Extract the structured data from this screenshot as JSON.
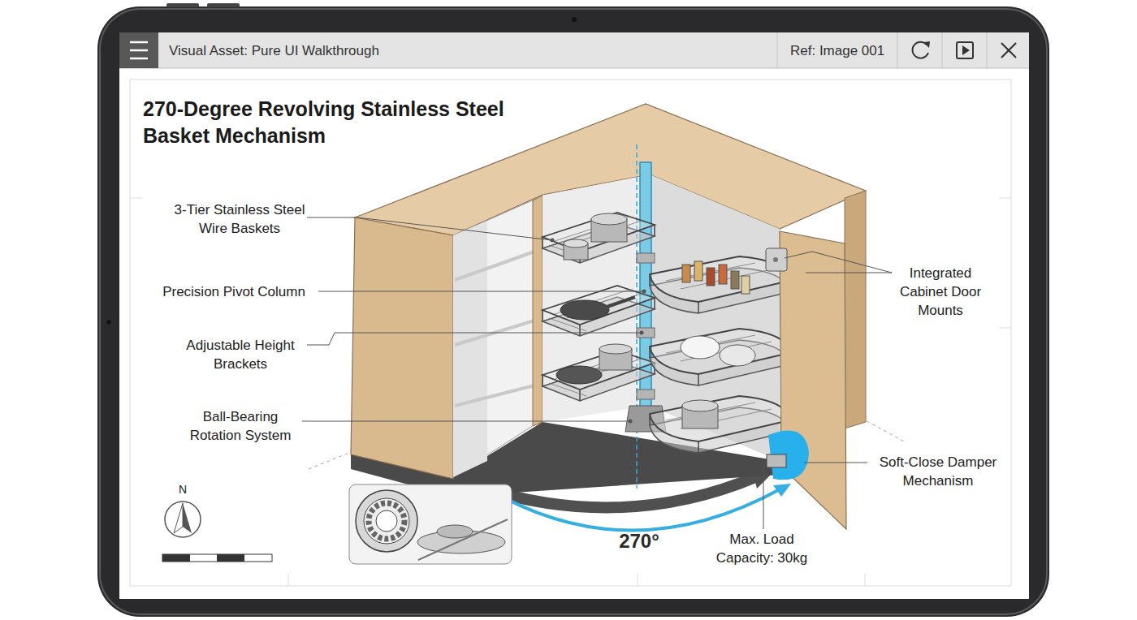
{
  "diagram": {
    "title": "270-Degree Revolving Stainless Steel Basket Mechanism",
    "labels": [
      "Visual Asset: Pure UI Walkthrough",
      "Ref: Image 001",
      "3-Tier Stainless Steel Wire Baskets",
      "Precision Pivot Column",
      "Adjustable Height Brackets",
      "Ball-Bearing Rotation System",
      "Integrated Cabinet Door Mounts",
      "Soft-Close Damper Mechanism",
      "270°",
      "Max. Load Capacity: 30kg",
      "N"
    ]
  }
}
